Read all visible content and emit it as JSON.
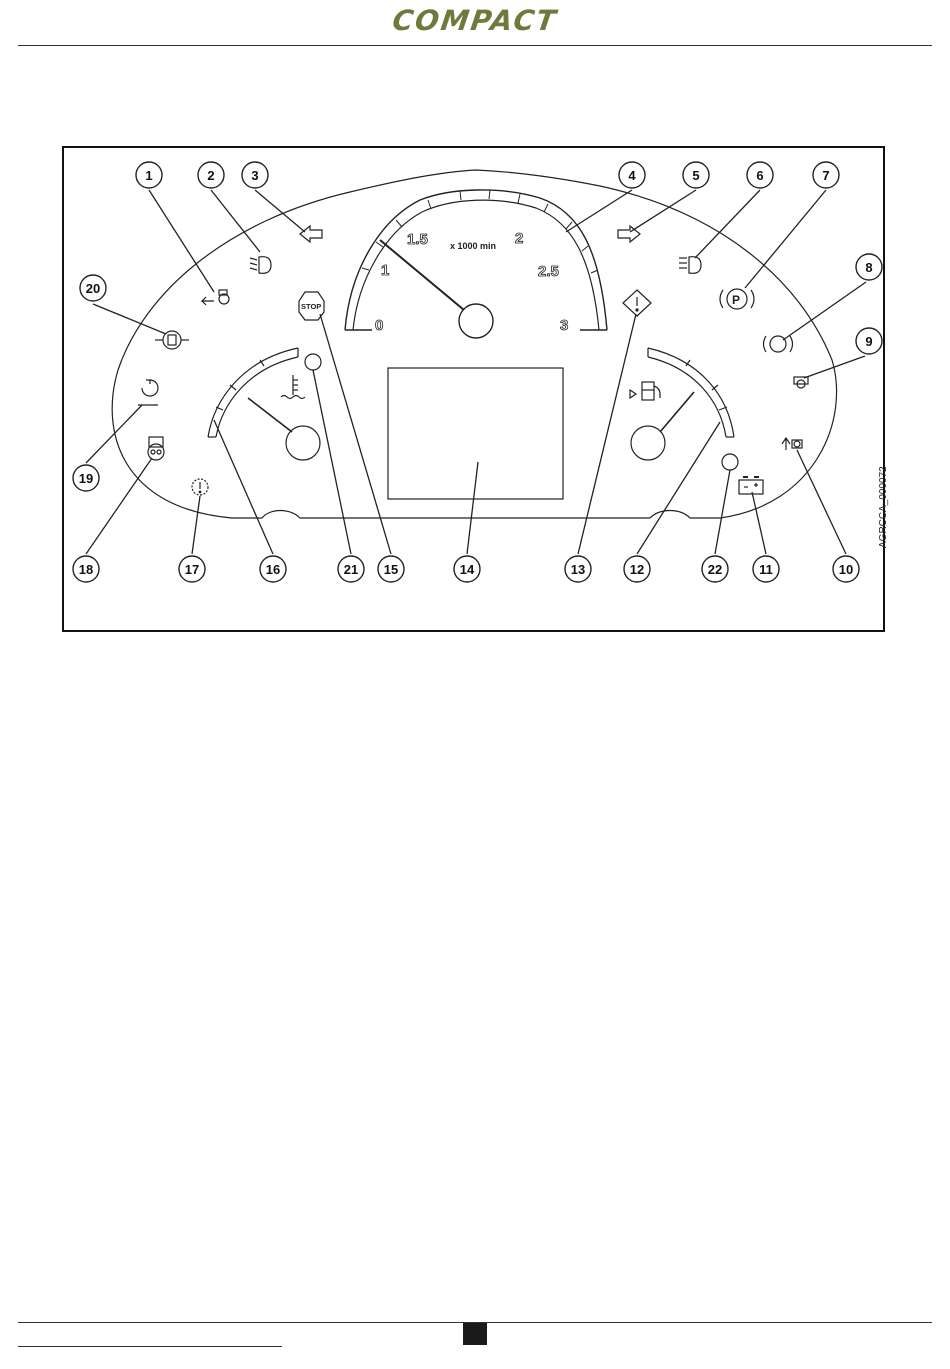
{
  "header": {
    "brand": "COMPACT"
  },
  "figure": {
    "id_label": "AGRCCA_000072",
    "tach": {
      "scale_labels": [
        "0",
        "1",
        "1.5",
        "2",
        "2.5",
        "3"
      ],
      "unit": "x 1000 min"
    },
    "stop_label": "STOP",
    "callouts": [
      "1",
      "2",
      "3",
      "4",
      "5",
      "6",
      "7",
      "8",
      "9",
      "10",
      "11",
      "12",
      "13",
      "14",
      "15",
      "16",
      "17",
      "18",
      "19",
      "20",
      "21",
      "22"
    ]
  },
  "colors": {
    "brand": "#6d7a3c",
    "line": "#111111",
    "ink": "#222222"
  }
}
